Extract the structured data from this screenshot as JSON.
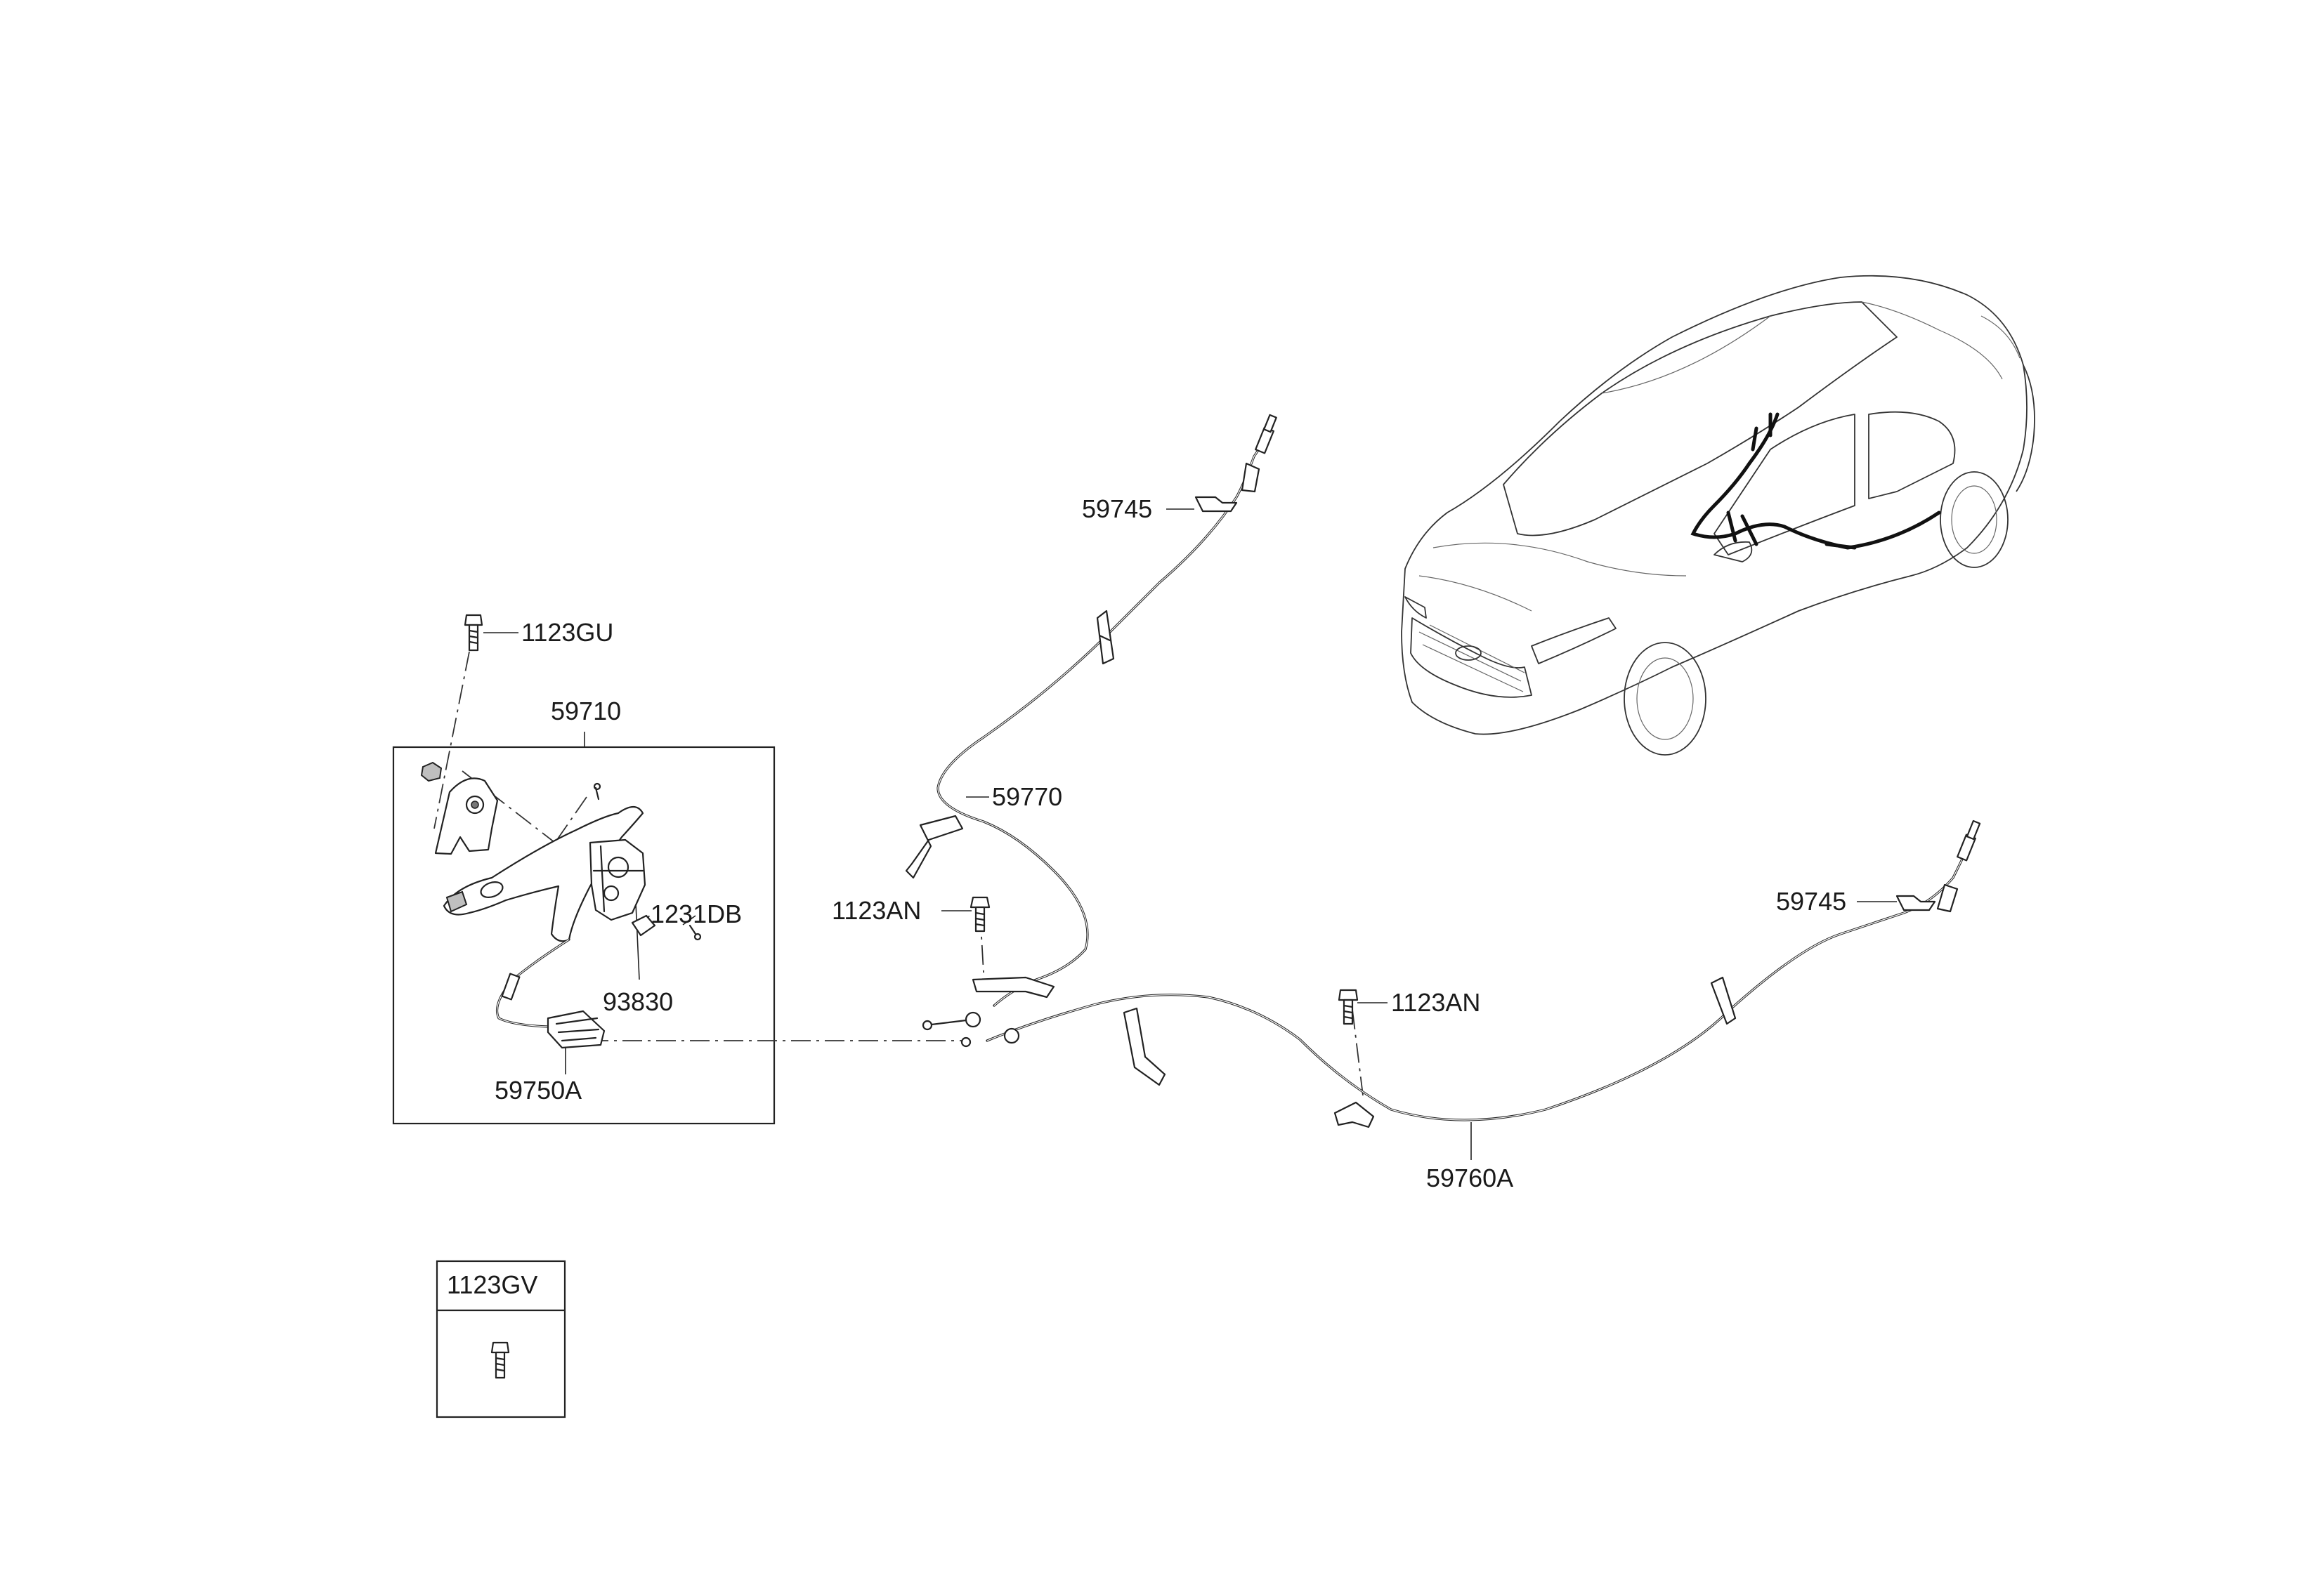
{
  "labels": {
    "p1123gu": "1123GU",
    "p59710": "59710",
    "p1231db": "1231DB",
    "p93830": "93830",
    "p59750a": "59750A",
    "p59745_top": "59745",
    "p59770": "59770",
    "p1123an_left": "1123AN",
    "p1123an_right": "1123AN",
    "p59745_right": "59745",
    "p59760a": "59760A",
    "p1123gv": "1123GV"
  }
}
